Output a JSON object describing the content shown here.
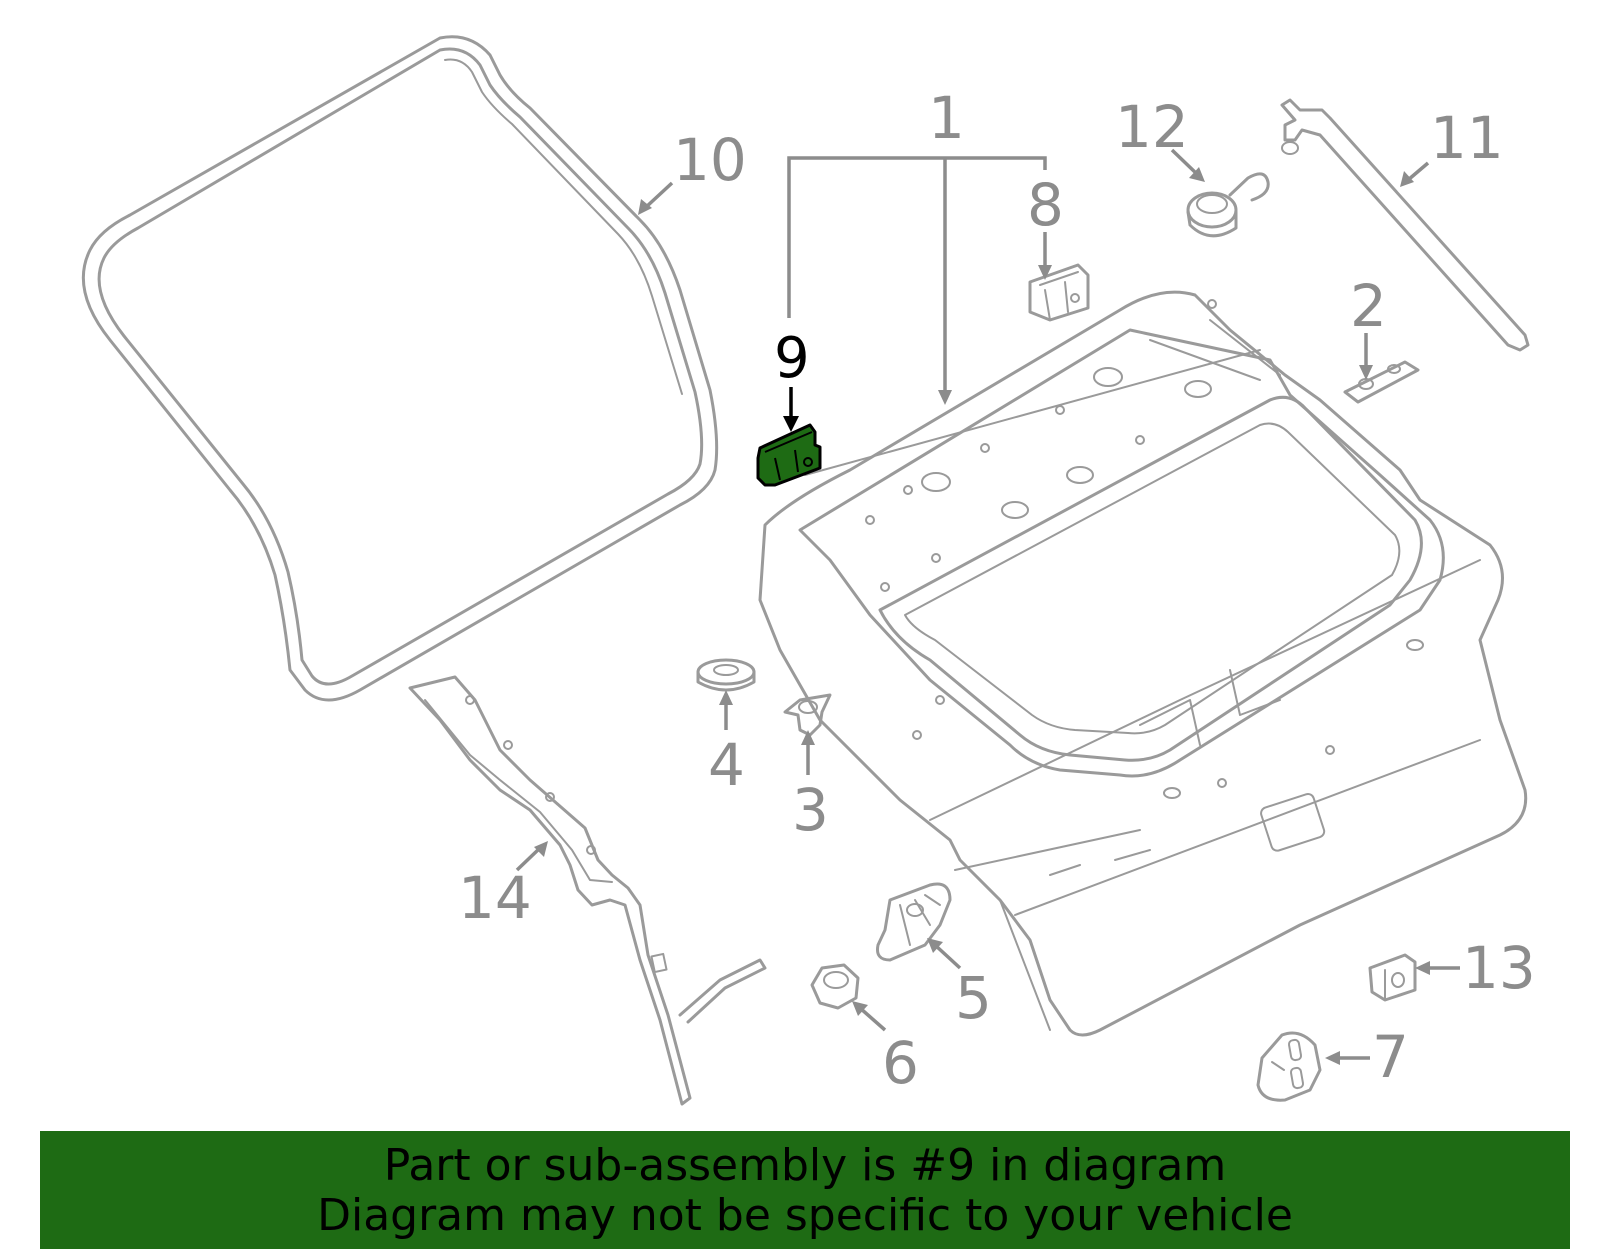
{
  "callouts": {
    "c1": "1",
    "c2": "2",
    "c3": "3",
    "c4": "4",
    "c5": "5",
    "c6": "6",
    "c7": "7",
    "c8": "8",
    "c9": "9",
    "c10": "10",
    "c11": "11",
    "c12": "12",
    "c13": "13",
    "c14": "14"
  },
  "highlighted_part": "9",
  "banner": {
    "line1": "Part or sub-assembly is #9 in diagram",
    "line2": "Diagram may not be specific to your vehicle"
  },
  "colors": {
    "highlight": "#1e6b14",
    "line_art": "#9a9a9a",
    "callout_text": "#8c8c8c"
  }
}
